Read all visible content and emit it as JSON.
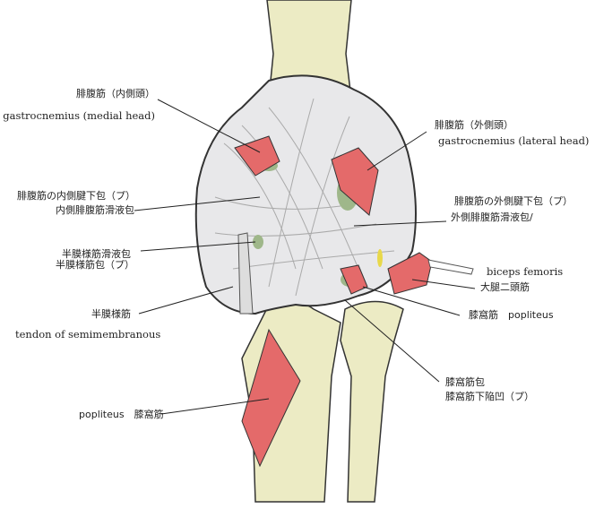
{
  "labels": {
    "gastro_medial_jp": "腓腹筋（内側頭）",
    "gastro_medial_en": "gastrocnemius (medial head)",
    "gastro_lateral_jp": "腓腹筋（外側頭）",
    "gastro_lateral_en": "gastrocnemius (lateral head)",
    "medial_bursa_jp1": "腓腹筋の内側腱下包（プ）",
    "medial_bursa_jp2": "内側腓腹筋滑液包",
    "lateral_bursa_jp1": "腓腹筋の外側腱下包（プ）",
    "lateral_bursa_jp2": "外側腓腹筋滑液包/",
    "semimem_bursa_jp1": "半膜様筋滑液包",
    "semimem_bursa_jp2": "半膜様筋包（プ）",
    "semimem_jp": "半膜様筋",
    "semimem_en": "tendon of semimembranous",
    "biceps_en": "biceps femoris",
    "biceps_jp": "大腿二頭筋",
    "popliteus_upper": "膝窩筋　popliteus",
    "popliteus_bursa_jp1": "膝窩筋包",
    "popliteus_bursa_jp2": "膝窩筋下陥凹（プ）",
    "popliteus_lower": "popliteus　膝窩筋"
  },
  "colors": {
    "bone": "#ecebc4",
    "muscle": "#e46a6a",
    "bursa": "#9fb78a",
    "ligament": "#e8e8ea"
  }
}
